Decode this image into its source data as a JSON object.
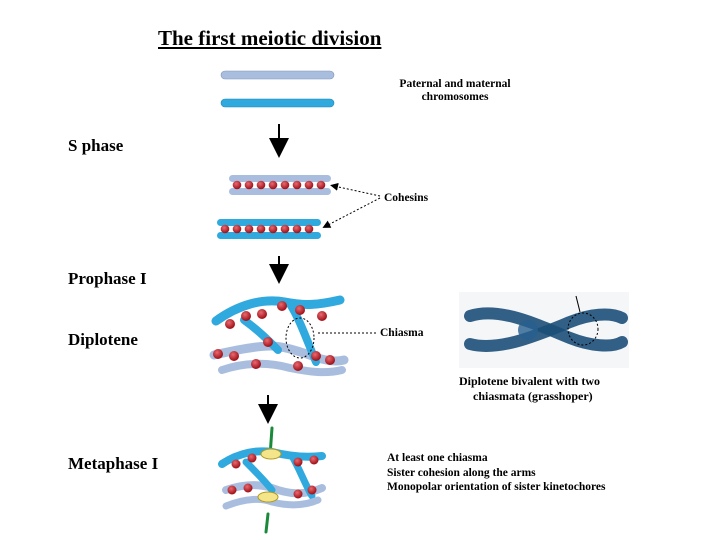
{
  "title": "The first meiotic division",
  "stages": {
    "s_phase": "S phase",
    "prophase": "Prophase I",
    "diplotene": "Diplotene",
    "metaphase": "Metaphase I"
  },
  "labels": {
    "chromosomes_line1": "Paternal and maternal",
    "chromosomes_line2": "chromosomes",
    "cohesins": "Cohesins",
    "chiasma": "Chiasma",
    "micrograph_line1": "Diplotene bivalent with two",
    "micrograph_line2": "chiasmata (grasshoper)",
    "meta_line1": "At least one chiasma",
    "meta_line2": "Sister cohesion along the arms",
    "meta_line3": "Monopolar orientation of sister kinetochores"
  },
  "colors": {
    "paternal": "#9db4d8",
    "maternal": "#2fa9de",
    "cohesin": "#c8242c",
    "micrograph": "#1c4f78"
  }
}
